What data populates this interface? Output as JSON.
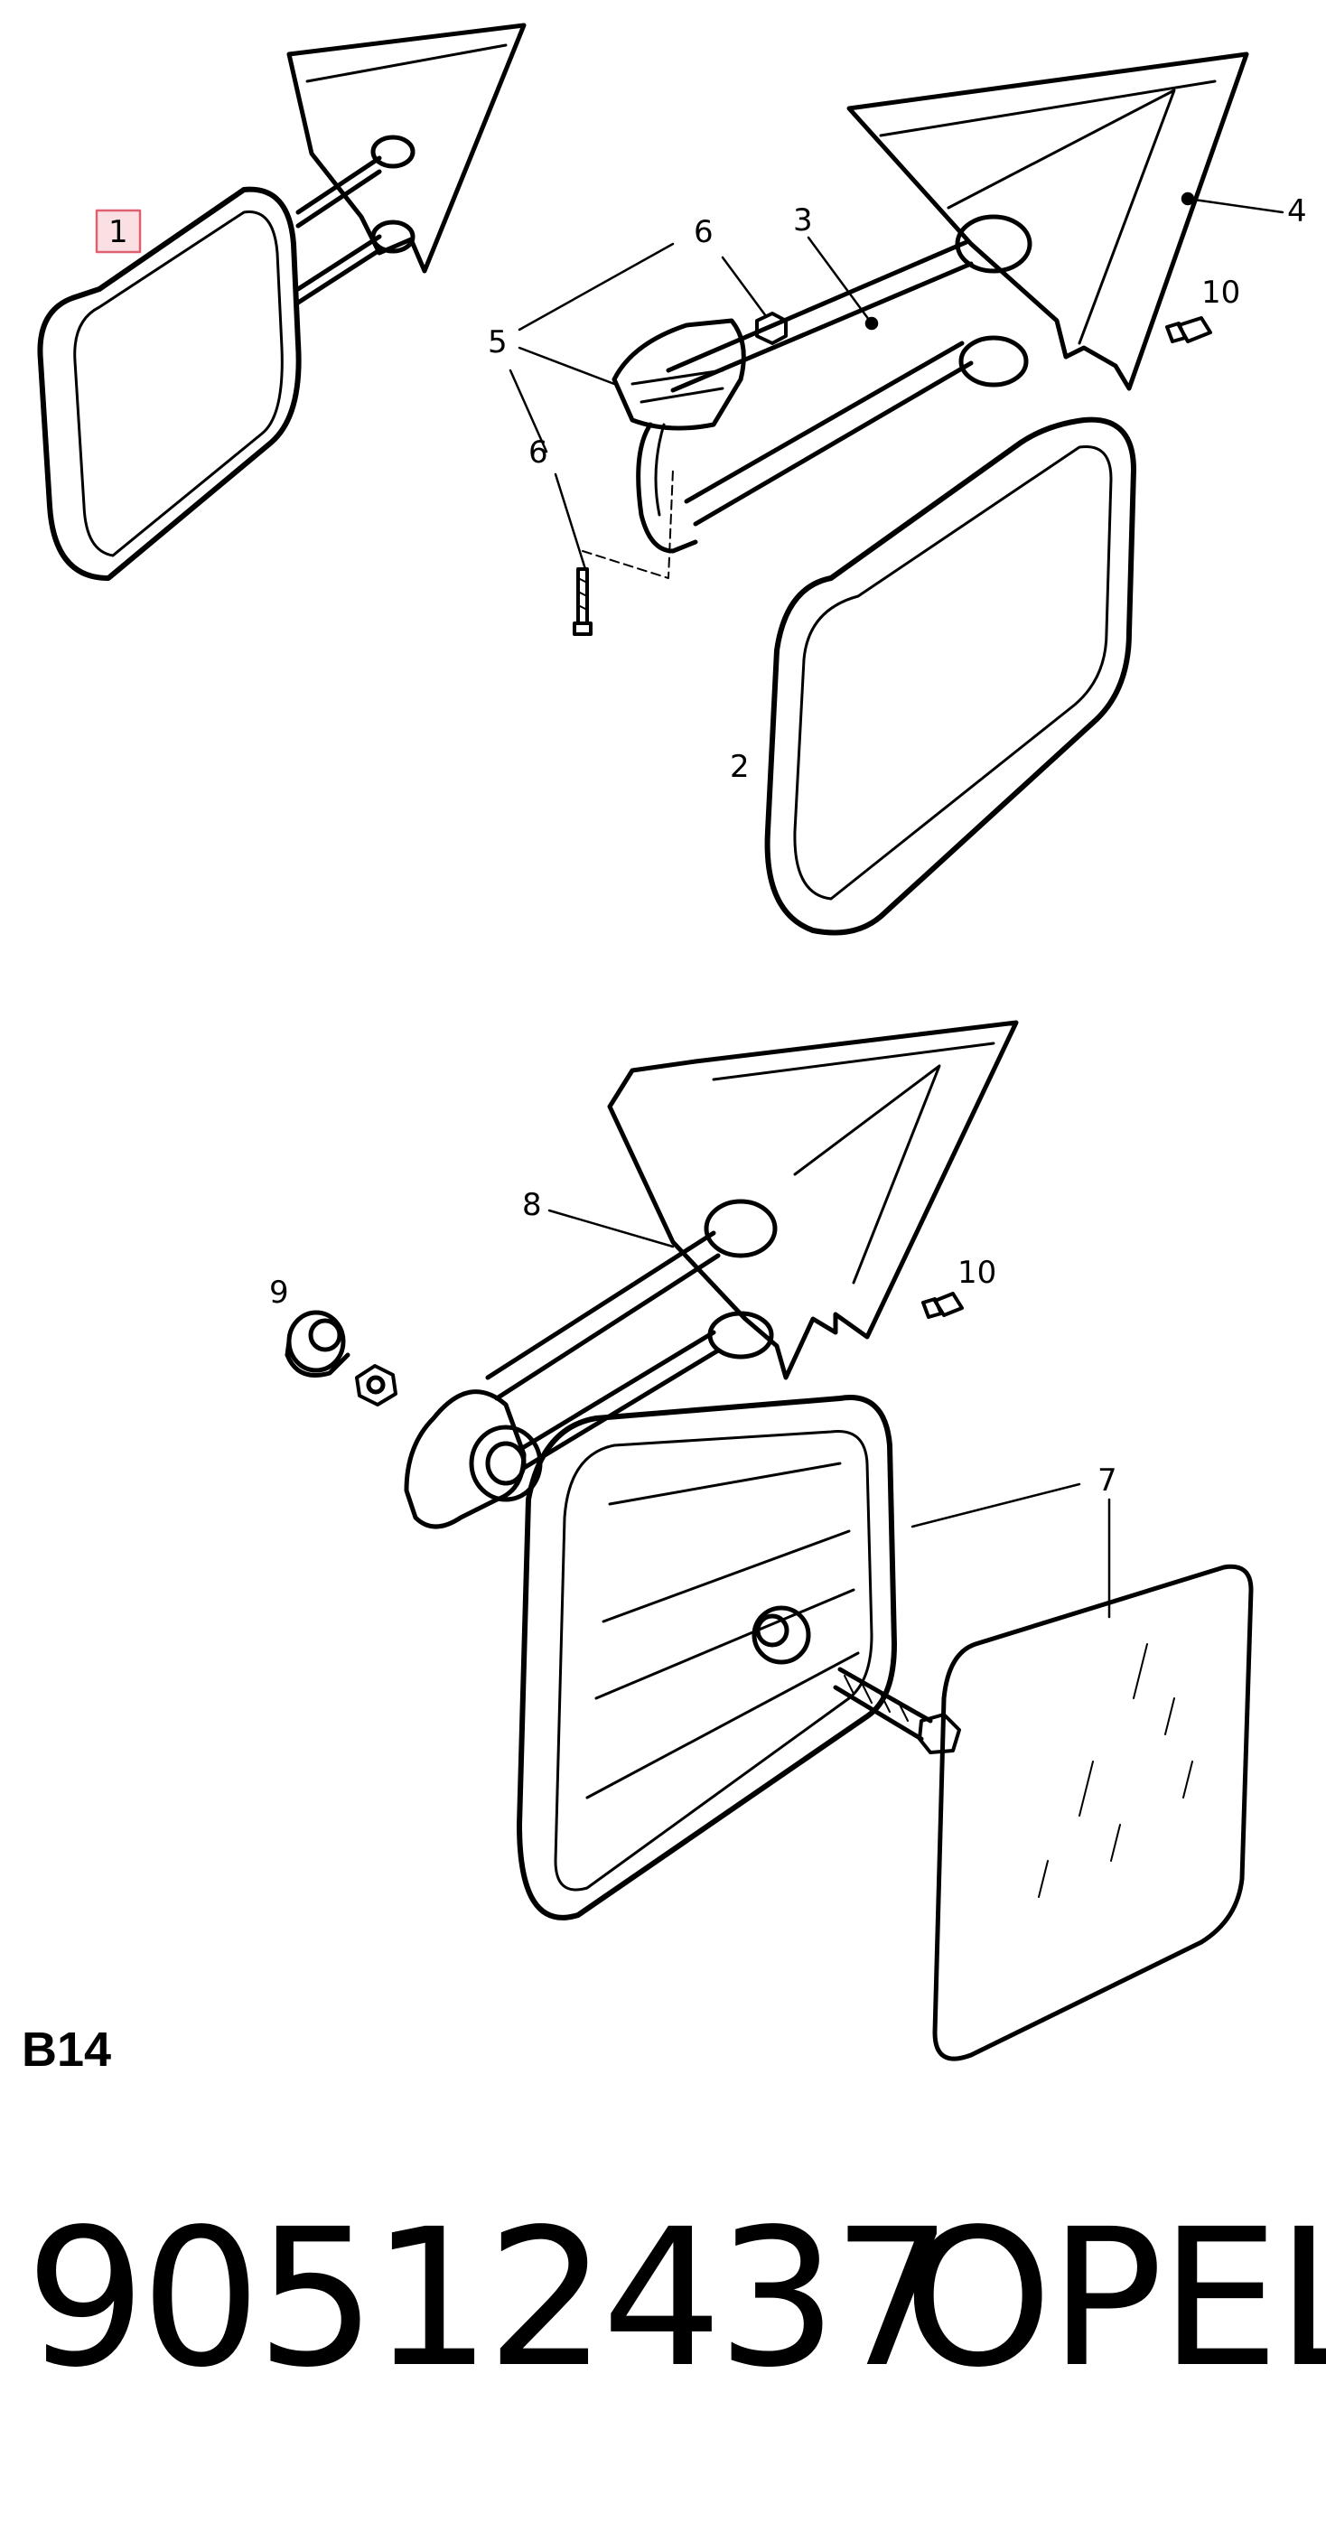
{
  "diagram": {
    "callouts": {
      "c1": "1",
      "c2": "2",
      "c3": "3",
      "c4": "4",
      "c5": "5",
      "c6a": "6",
      "c6b": "6",
      "c7": "7",
      "c8": "8",
      "c9": "9",
      "c10a": "10",
      "c10b": "10"
    },
    "highlight_color": "#e06070"
  },
  "section_label": "B14",
  "part_number": "90512437",
  "brand": "OPEL"
}
